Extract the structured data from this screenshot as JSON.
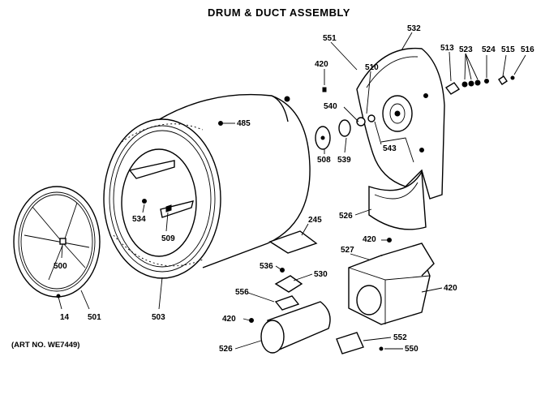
{
  "title": "DRUM & DUCT ASSEMBLY",
  "art_no": "(ART NO. WE7449)",
  "parts": {
    "p532": "532",
    "p551": "551",
    "p420a": "420",
    "p510": "510",
    "p513": "513",
    "p523": "523",
    "p524": "524",
    "p515": "515",
    "p516": "516",
    "p540": "540",
    "p485": "485",
    "p508": "508",
    "p539": "539",
    "p543": "543",
    "p526a": "526",
    "p534": "534",
    "p509": "509",
    "p245": "245",
    "p420b": "420",
    "p527": "527",
    "p500": "500",
    "p536": "536",
    "p530": "530",
    "p420c": "420",
    "p556": "556",
    "p14": "14",
    "p501": "501",
    "p503": "503",
    "p420d": "420",
    "p552": "552",
    "p526b": "526",
    "p550": "550"
  }
}
